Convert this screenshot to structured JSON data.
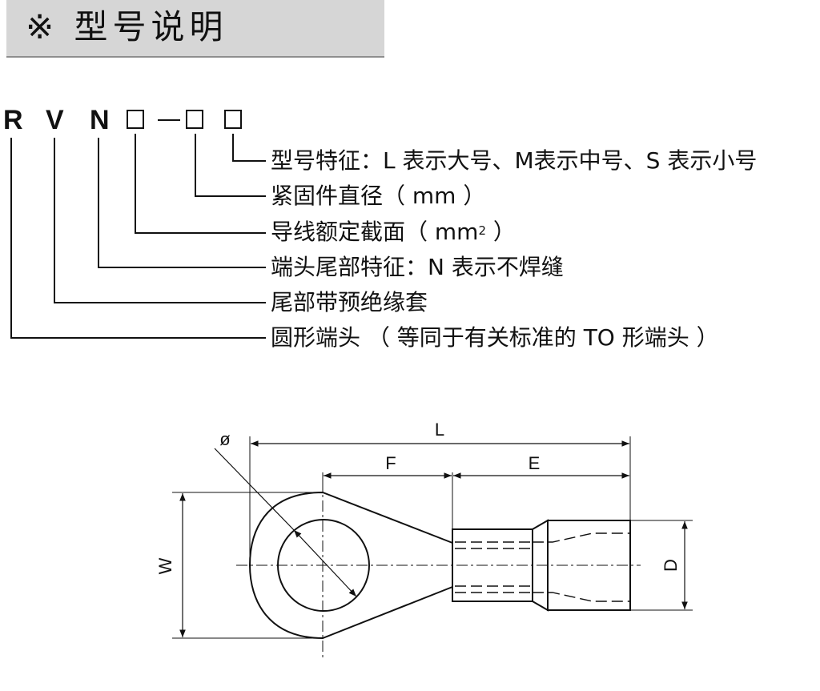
{
  "header": {
    "title": "※ 型号说明"
  },
  "code": {
    "letters": [
      "R",
      "V",
      "N"
    ],
    "dash": "-"
  },
  "descriptions": {
    "line1": "型号特征：L 表示大号、M表示中号、S 表示小号",
    "line2": "紧固件直径（ mm ）",
    "line3_prefix": "导线额定截面（ mm",
    "line3_sup": "2",
    "line3_suffix": " ）",
    "line4": "端头尾部特征：N 表示不焊缝",
    "line5": "尾部带预绝缘套",
    "line6": "圆形端头 （ 等同于有关标准的 TO 形端头 ）"
  },
  "diagram": {
    "labels": {
      "diameter": "ø",
      "length": "L",
      "f": "F",
      "e": "E",
      "width": "W",
      "d": "D"
    }
  }
}
